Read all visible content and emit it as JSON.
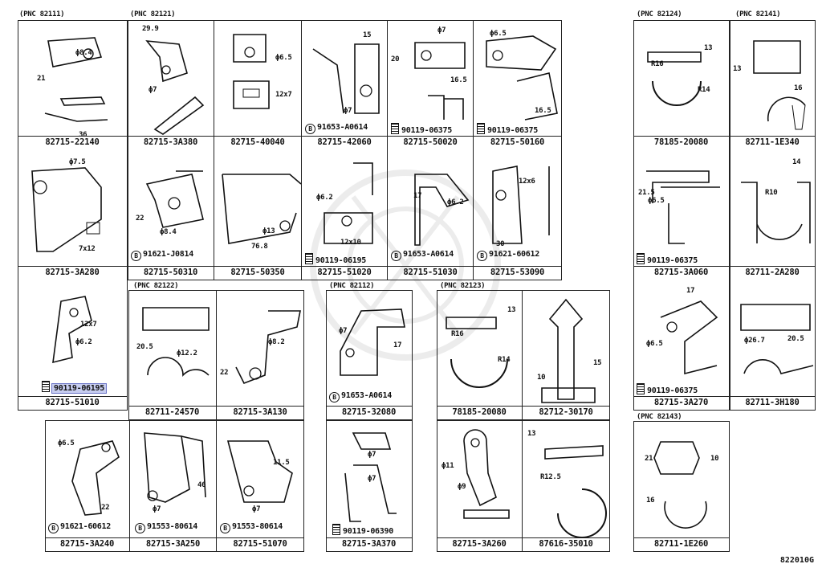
{
  "diagram_number": "822010G",
  "groups": {
    "g82111": "(PNC 82111)",
    "g82121": "(PNC 82121)",
    "g82124": "(PNC 82124)",
    "g82141": "(PNC 82141)",
    "g82122": "(PNC 82122)",
    "g82112": "(PNC 82112)",
    "g82123": "(PNC 82123)",
    "g82143": "(PNC 82143)"
  },
  "parts": [
    {
      "pn": "82715-22140",
      "dims": [
        "ϕ8.4",
        "21",
        "36"
      ]
    },
    {
      "pn": "82715-3A380",
      "dims": [
        "29.9",
        "ϕ7"
      ]
    },
    {
      "pn": "82715-40040",
      "dims": [
        "ϕ6.5",
        "12x7"
      ]
    },
    {
      "pn": "82715-42060",
      "dims": [
        "15",
        "ϕ7"
      ],
      "fastener": "91653-A0614",
      "badge": "B"
    },
    {
      "pn": "82715-50020",
      "dims": [
        "ϕ7",
        "20",
        "16.5"
      ],
      "fastener": "90119-06375"
    },
    {
      "pn": "82715-50160",
      "dims": [
        "ϕ6.5",
        "16.5"
      ],
      "fastener": "90119-06375"
    },
    {
      "pn": "78185-20080",
      "dims": [
        "13",
        "R16",
        "R14"
      ]
    },
    {
      "pn": "82711-1E340",
      "dims": [
        "13",
        "16"
      ]
    },
    {
      "pn": "82715-3A280",
      "dims": [
        "ϕ7.5",
        "7x12"
      ]
    },
    {
      "pn": "82715-50310",
      "dims": [
        "22",
        "ϕ8.4"
      ],
      "fastener": "91621-J0814",
      "badge": "B"
    },
    {
      "pn": "82715-50350",
      "dims": [
        "ϕ13",
        "76.8"
      ]
    },
    {
      "pn": "82715-51020",
      "dims": [
        "ϕ6.2",
        "12x10"
      ],
      "fastener": "90119-06195"
    },
    {
      "pn": "82715-51030",
      "dims": [
        "17",
        "ϕ6.2"
      ],
      "fastener": "91653-A0614",
      "badge": "B"
    },
    {
      "pn": "82715-53090",
      "dims": [
        "12x6",
        "30"
      ],
      "fastener": "91621-60612",
      "badge": "B"
    },
    {
      "pn": "82715-3A060",
      "dims": [
        "21.5",
        "ϕ6.5"
      ],
      "fastener": "90119-06375"
    },
    {
      "pn": "82711-2A280",
      "dims": [
        "14",
        "R10"
      ]
    },
    {
      "pn": "82715-51010",
      "dims": [
        "12x7",
        "ϕ6.2"
      ],
      "fastener": "90119-06195"
    },
    {
      "pn": "82711-24570",
      "dims": [
        "20.5",
        "ϕ12.2"
      ]
    },
    {
      "pn": "82715-3A130",
      "dims": [
        "ϕ8.2",
        "22"
      ]
    },
    {
      "pn": "82715-32080",
      "dims": [
        "ϕ7",
        "17"
      ],
      "fastener": "91653-A0614",
      "badge": "B"
    },
    {
      "pn": "78185-20080",
      "dims": [
        "13",
        "R16",
        "R14"
      ]
    },
    {
      "pn": "82712-30170",
      "dims": [
        "15",
        "10"
      ]
    },
    {
      "pn": "82715-3A270",
      "dims": [
        "17",
        "ϕ6.5"
      ],
      "fastener": "90119-06375"
    },
    {
      "pn": "82711-3H180",
      "dims": [
        "ϕ26.7",
        "20.5"
      ]
    },
    {
      "pn": "82715-3A240",
      "dims": [
        "ϕ6.5",
        "22"
      ],
      "fastener": "91621-60612",
      "badge": "B"
    },
    {
      "pn": "82715-3A250",
      "dims": [
        "46",
        "ϕ7"
      ],
      "fastener": "91553-80614",
      "badge": "B"
    },
    {
      "pn": "82715-51070",
      "dims": [
        "11.5",
        "ϕ7"
      ],
      "fastener": "91553-80614",
      "badge": "B"
    },
    {
      "pn": "82715-3A370",
      "dims": [
        "ϕ7",
        "ϕ7"
      ],
      "fastener": "90119-06390"
    },
    {
      "pn": "82715-3A260",
      "dims": [
        "ϕ11",
        "ϕ9"
      ]
    },
    {
      "pn": "87616-35010",
      "dims": [
        "13",
        "R12.5"
      ]
    },
    {
      "pn": "82711-1E260",
      "dims": [
        "21",
        "10",
        "16"
      ]
    }
  ]
}
